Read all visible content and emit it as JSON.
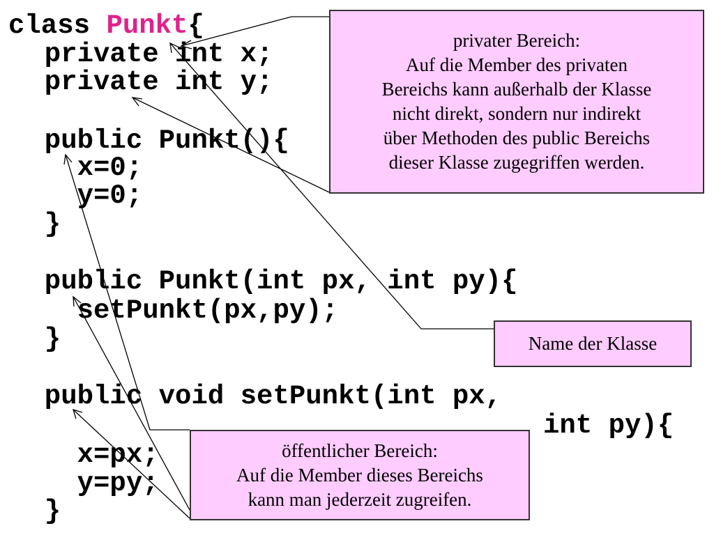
{
  "code": {
    "line1_kw": "class ",
    "line1_name": "Punkt",
    "line1_brace": "{",
    "line2": "  private int x;",
    "line3": "  private int y;",
    "line4": "  public Punkt(){",
    "line5": "    x=0;",
    "line6": "    y=0;",
    "line7": "  }",
    "line8": "  public Punkt(int px, int py){",
    "line9": "    setPunkt(px,py);",
    "line10": "  }",
    "line11": "  public void setPunkt(int px,",
    "line12": "int py){",
    "line13": "    x=px;",
    "line14": "    y=py;",
    "line15": "  }"
  },
  "callouts": {
    "private": {
      "lines": [
        "privater Bereich:",
        "Auf die Member des privaten",
        "Bereichs kann außerhalb der Klasse",
        "nicht direkt, sondern nur indirekt",
        "über Methoden des public Bereichs",
        "dieser Klasse zugegriffen werden."
      ]
    },
    "classname": {
      "text": "Name der Klasse"
    },
    "public": {
      "lines": [
        "öffentlicher Bereich:",
        "Auf die Member dieses Bereichs",
        "kann man jederzeit zugreifen."
      ]
    }
  },
  "colors": {
    "class_name": "#e0218a",
    "callout_fill": "#ffccff",
    "callout_border": "#333333"
  }
}
